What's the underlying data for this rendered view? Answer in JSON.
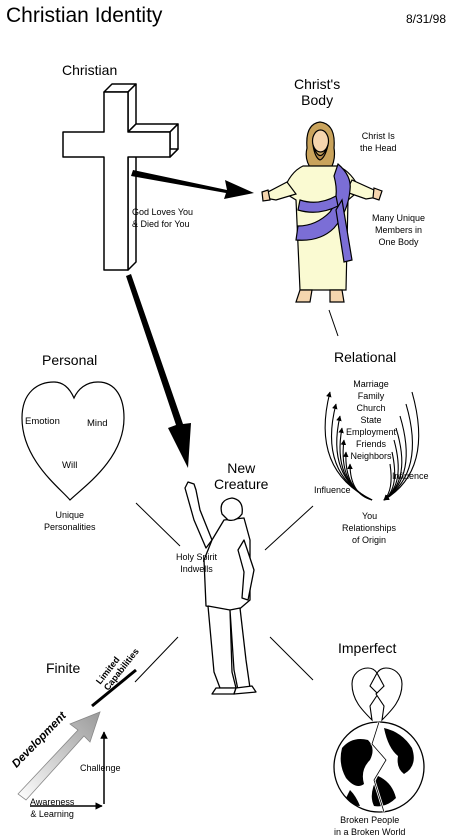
{
  "title": "Christian Identity",
  "date": "8/31/98",
  "christian": {
    "label": "Christian",
    "caption": "God Loves You\n& Died for You"
  },
  "christs_body": {
    "label": "Christ's\nBody",
    "head_note": "Christ Is\nthe Head",
    "members_note": "Many Unique\nMembers in\nOne Body"
  },
  "personal": {
    "label": "Personal",
    "heart_items": [
      "Emotion",
      "Mind",
      "Will"
    ],
    "caption": "Unique\nPersonalities"
  },
  "relational": {
    "label": "Relational",
    "items": [
      "Marriage",
      "Family",
      "Church",
      "State",
      "Employment",
      "Friends",
      "Neighbors"
    ],
    "influence_left": "Influence",
    "influence_right": "Influence",
    "you": "You",
    "origin": "Relationships\nof Origin"
  },
  "new_creature": {
    "label": "New\nCreature",
    "spirit_note": "Holy Spirit\nIndwells"
  },
  "finite": {
    "label": "Finite",
    "limited": "Limited\nCapabilities",
    "development": "Development",
    "challenge": "Challenge",
    "awareness": "Awareness\n& Learning"
  },
  "imperfect": {
    "label": "Imperfect",
    "caption": "Broken People\nin a Broken World"
  }
}
